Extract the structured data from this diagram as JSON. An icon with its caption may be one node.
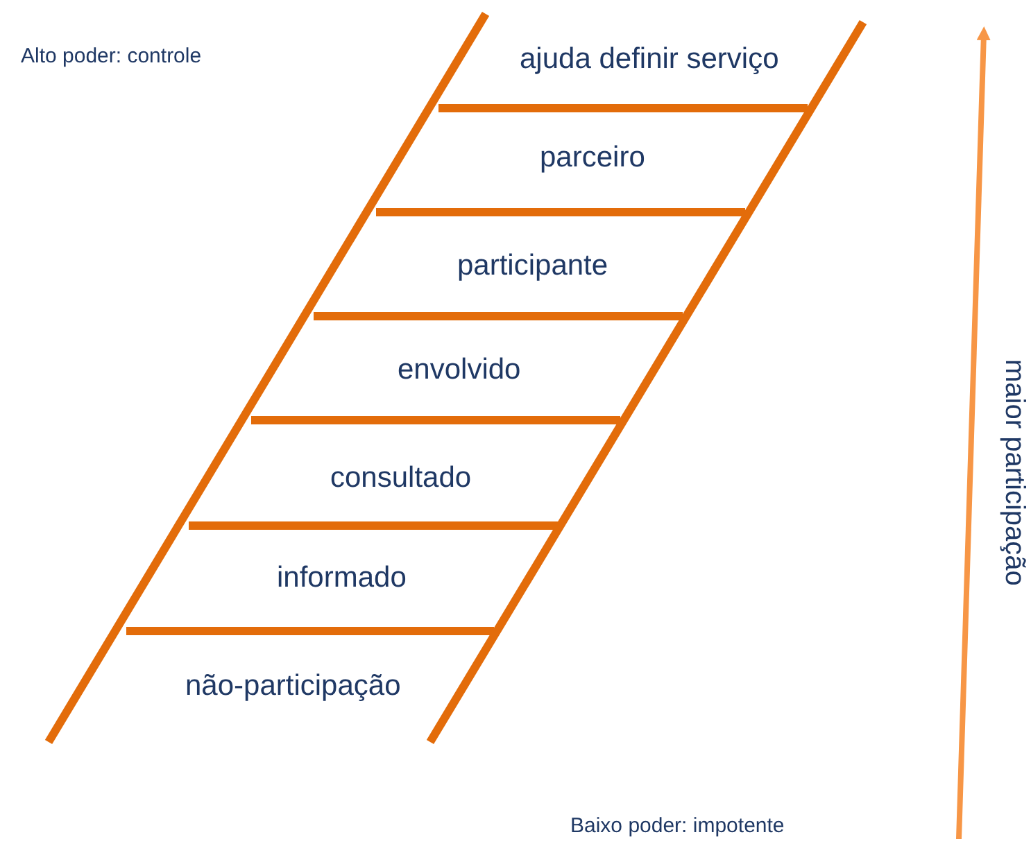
{
  "diagram": {
    "labels": [
      "Alto poder: controle",
      "ajuda definir serviço",
      "parceiro",
      "participante",
      "envolvido",
      "consultado",
      "informado",
      "não-participação",
      "maior participação",
      "Baixo poder: impotente"
    ]
  }
}
